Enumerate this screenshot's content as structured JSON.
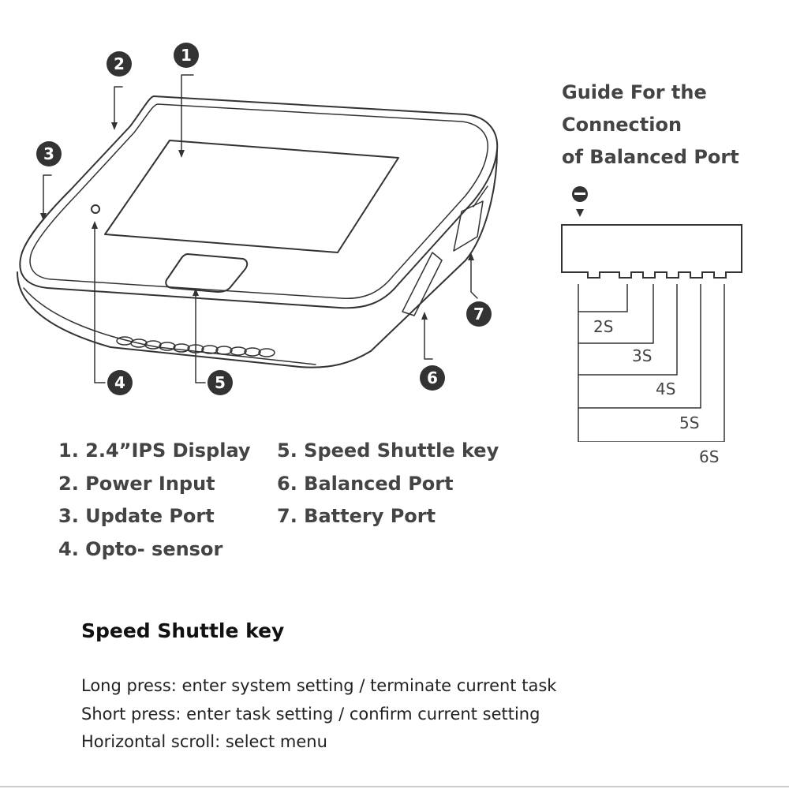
{
  "callouts": [
    "1",
    "2",
    "3",
    "4",
    "5",
    "6",
    "7"
  ],
  "guide": {
    "title_lines": [
      "Guide For the",
      "Connection",
      "of Balanced Port"
    ],
    "s_labels": [
      "2S",
      "3S",
      "4S",
      "5S",
      "6S"
    ]
  },
  "legend": {
    "left": [
      "1. 2.4”IPS Display",
      "2. Power Input",
      "3. Update Port",
      "4. Opto- sensor"
    ],
    "right": [
      "5. Speed Shuttle key",
      "6. Balanced Port",
      "7. Battery Port"
    ]
  },
  "key": {
    "heading": "Speed Shuttle key",
    "lines": [
      "Long press: enter system setting / terminate current task",
      "Short press: enter task setting / confirm current setting",
      "Horizontal scroll: select menu"
    ]
  },
  "colors": {
    "line": "#333333",
    "marker_bg": "#333333",
    "text": "#444444"
  }
}
